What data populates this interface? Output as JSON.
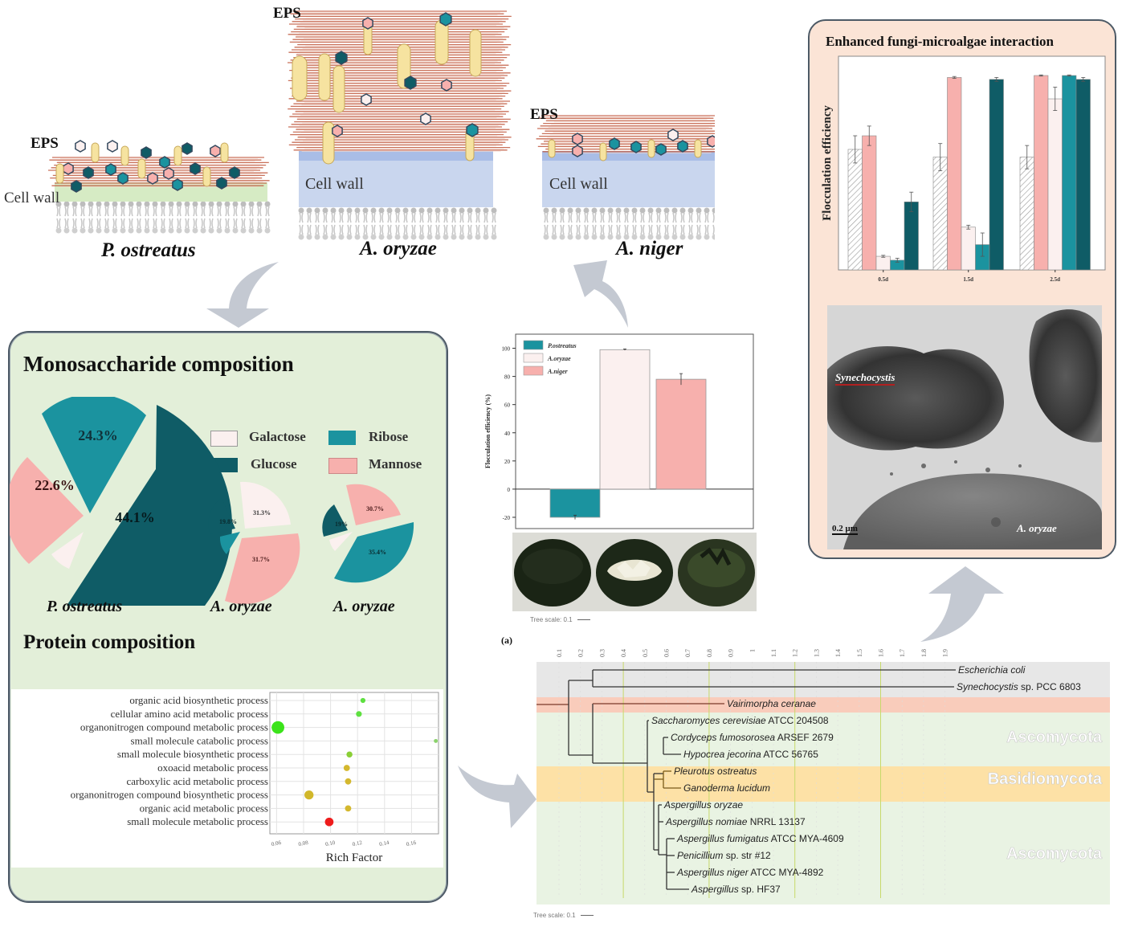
{
  "eps_panels": [
    {
      "species": "P. ostreatus",
      "eps_label": "EPS",
      "wall_label": "Cell wall",
      "wall_color": "#d6ebc4"
    },
    {
      "species": "A. oryzae",
      "eps_label": "EPS",
      "wall_label": "Cell wall",
      "wall_color": "#c9d6ee"
    },
    {
      "species": "A. niger",
      "eps_label": "EPS",
      "wall_label": "Cell wall",
      "wall_color": "#c9d6ee"
    }
  ],
  "colors": {
    "galactose": "#fbf0ef",
    "glucose": "#0f5c66",
    "ribose": "#1b939f",
    "mannose": "#f7b0ad",
    "eps_fiber": "#c0593e",
    "arrow": "#c4c9d2",
    "panel_green": "#e3efd9",
    "panel_peach": "#fbe4d6"
  },
  "monosaccharide": {
    "title": "Monosaccharide composition",
    "legend": [
      {
        "label": "Galactose",
        "key": "galactose"
      },
      {
        "label": "Ribose",
        "key": "ribose"
      },
      {
        "label": "Glucose",
        "key": "glucose"
      },
      {
        "label": "Mannose",
        "key": "mannose"
      }
    ],
    "pies": [
      {
        "species": "P. ostreatus",
        "labels": {
          "ribose": "24.3%",
          "mannose": "22.6%",
          "glucose": "44.1%"
        }
      },
      {
        "species": "A. oryzae",
        "labels": {
          "glucose": "19.8%",
          "galactose": "31.3%",
          "mannose": "31.7%"
        }
      },
      {
        "species": "A. oryzae",
        "labels": {
          "glucose": "19%",
          "mannose": "30.7%",
          "ribose": "35.4%"
        }
      }
    ]
  },
  "protein": {
    "title": "Protein composition"
  },
  "floc_photo": {
    "scale_label": "Tree scale: 0.1"
  },
  "tree": {
    "panel_label": "(a)",
    "scale_label": "Tree scale: 0.1",
    "ticks": [
      "0.1",
      "0.2",
      "0.3",
      "0.4",
      "0.5",
      "0.6",
      "0.7",
      "0.8",
      "0.9",
      "1",
      "1.1",
      "1.2",
      "1.3",
      "1.4",
      "1.5",
      "1.6",
      "1.7",
      "1.8",
      "1.9"
    ],
    "taxa": [
      {
        "name": "Escherichia coli",
        "suffix": ""
      },
      {
        "name": "Synechocystis",
        "suffix": " sp. PCC 6803"
      },
      {
        "name": "Vairimorpha ceranae",
        "suffix": ""
      },
      {
        "name": "Saccharomyces cerevisiae",
        "suffix": " ATCC 204508"
      },
      {
        "name": "Cordyceps fumosorosea",
        "suffix": " ARSEF 2679"
      },
      {
        "name": "Hypocrea jecorina",
        "suffix": " ATCC 56765"
      },
      {
        "name": "Pleurotus ostreatus",
        "suffix": ""
      },
      {
        "name": "Ganoderma lucidum",
        "suffix": ""
      },
      {
        "name": "Aspergillus oryzae",
        "suffix": ""
      },
      {
        "name": "Aspergillus nomiae",
        "suffix": " NRRL 13137"
      },
      {
        "name": "Aspergillus fumigatus",
        "suffix": " ATCC MYA-4609"
      },
      {
        "name": "Penicillium",
        "suffix": " sp. str #12"
      },
      {
        "name": "Aspergillus niger",
        "suffix": " ATCC MYA-4892"
      },
      {
        "name": "Aspergillus",
        "suffix": " sp. HF37"
      }
    ],
    "clades": [
      "Ascomycota",
      "Basidiomycota",
      "Ascomycota"
    ]
  },
  "interaction": {
    "title": "Enhanced fungi-microalgae interaction",
    "tem_labels": {
      "top": "Synechocystis",
      "bottom": "A. oryzae",
      "scale": "0.2 μm"
    }
  },
  "chart_data": [
    {
      "type": "bar",
      "title": "",
      "xlabel": "",
      "ylabel": "Flocculation efficiency (%)",
      "ylim": [
        -28,
        110
      ],
      "yticks": [
        -20,
        0,
        20,
        40,
        60,
        80,
        100
      ],
      "categories": [
        "P.ostreatus",
        "A.oryzae",
        "A.niger"
      ],
      "values": [
        -20,
        99,
        78
      ],
      "errors": [
        1.5,
        0.5,
        4
      ],
      "colors": [
        "#1b939f",
        "#fbf0ef",
        "#f7b0ad"
      ],
      "legend": [
        "P.ostreatus",
        "A.oryzae",
        "A.niger"
      ],
      "legend_position": "top-left"
    },
    {
      "type": "bar",
      "title": "Enhanced fungi-microalgae interaction",
      "xlabel": "",
      "ylabel": "Flocculation efficiency",
      "ylim": [
        0,
        100
      ],
      "categories": [
        "0.5d",
        "1.5d",
        "2.5d"
      ],
      "series": [
        {
          "name": "control (hatched)",
          "color": "#ffffff",
          "hatched": true,
          "values": [
            62,
            58,
            58
          ],
          "errors": [
            7,
            7,
            6
          ]
        },
        {
          "name": "mannose-pink",
          "color": "#f7b0ad",
          "values": [
            69,
            99,
            100
          ],
          "errors": [
            5,
            0.5,
            0.3
          ]
        },
        {
          "name": "galactose-white",
          "color": "#fbf0ef",
          "values": [
            7,
            22,
            88
          ],
          "errors": [
            0.5,
            1,
            6
          ]
        },
        {
          "name": "ribose-teal",
          "color": "#1b939f",
          "values": [
            5,
            13,
            100
          ],
          "errors": [
            1,
            6,
            0.3
          ]
        },
        {
          "name": "glucose-dark",
          "color": "#0f5c66",
          "values": [
            35,
            98,
            98
          ],
          "errors": [
            5,
            1,
            1
          ]
        }
      ]
    },
    {
      "type": "scatter",
      "title": "",
      "xlabel": "Rich Factor",
      "ylabel": "",
      "xlim": [
        0.055,
        0.18
      ],
      "xticks": [
        "0.06",
        "0.08",
        "0.10",
        "0.12",
        "0.14",
        "0.16"
      ],
      "grid": true,
      "points": [
        {
          "term": "organic acid biosynthetic process",
          "x": 0.124,
          "size": 1,
          "color": "#5ee040"
        },
        {
          "term": "cellular amino acid metabolic process",
          "x": 0.121,
          "size": 1.3,
          "color": "#5ee040"
        },
        {
          "term": "organonitrogen compound metabolic process",
          "x": 0.061,
          "size": 4,
          "color": "#3be31a"
        },
        {
          "term": "small molecule catabolic process",
          "x": 0.178,
          "size": 0.6,
          "color": "#8ad26b"
        },
        {
          "term": "small molecule biosynthetic process",
          "x": 0.114,
          "size": 1.4,
          "color": "#8acf36"
        },
        {
          "term": "oxoacid metabolic process",
          "x": 0.112,
          "size": 1.5,
          "color": "#d4b82e"
        },
        {
          "term": "carboxylic acid metabolic process",
          "x": 0.113,
          "size": 1.5,
          "color": "#d4b82e"
        },
        {
          "term": "organonitrogen compound biosynthetic process",
          "x": 0.084,
          "size": 2.6,
          "color": "#d1b72a"
        },
        {
          "term": "organic acid metabolic process",
          "x": 0.113,
          "size": 1.5,
          "color": "#d4b82e"
        },
        {
          "term": "small molecule metabolic process",
          "x": 0.099,
          "size": 2.4,
          "color": "#ee1c1c"
        }
      ]
    }
  ]
}
